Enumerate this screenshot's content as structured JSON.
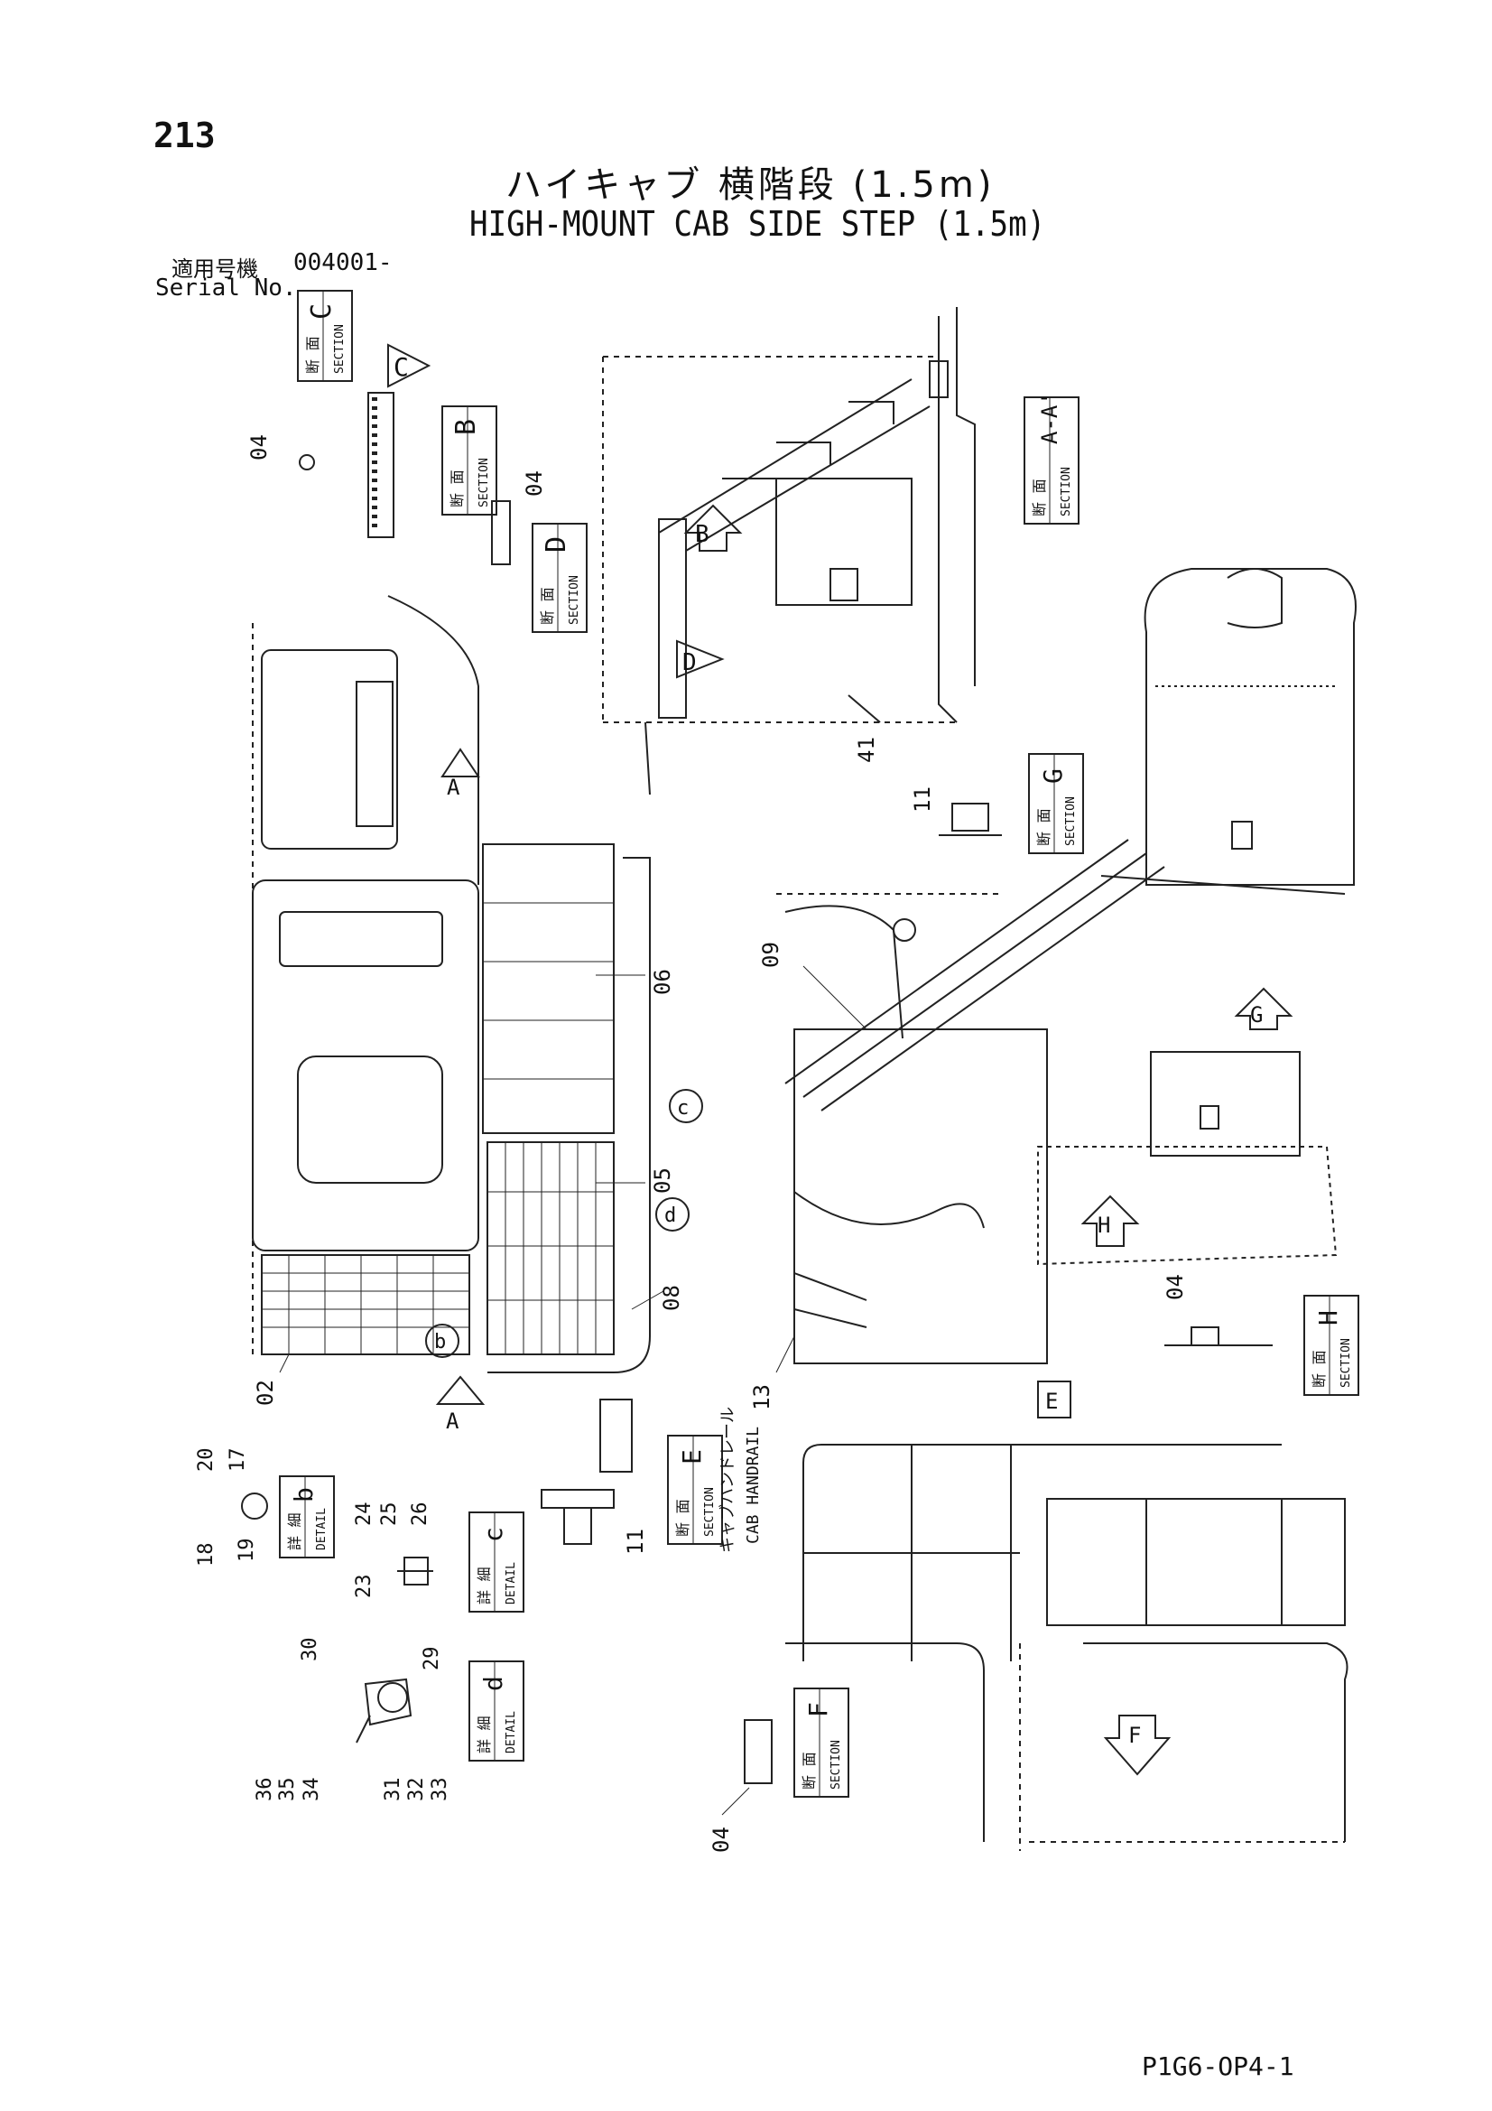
{
  "page_number": "213",
  "title_ja": "ハイキャブ 横階段 (1.5m)",
  "title_en": "HIGH-MOUNT CAB SIDE STEP (1.5m)",
  "serial_ja": "適用号機",
  "serial_no": "004001-",
  "serial_en": "Serial No.",
  "footer_code": "P1G6-OP4-1",
  "label_danmen": "断 面",
  "label_shousai": "詳 細",
  "label_section": "SECTION",
  "label_detail": "DETAIL",
  "cab_handrail_ja": "キャブハンドレール",
  "cab_handrail_en": "CAB HANDRAIL",
  "sections": [
    "C",
    "B",
    "D",
    "A-A'",
    "G",
    "H",
    "E",
    "F"
  ],
  "details": [
    "b",
    "c",
    "d"
  ],
  "view_markers": [
    "C",
    "B",
    "D",
    "A",
    "A",
    "G",
    "H",
    "E",
    "F",
    "b",
    "c",
    "d"
  ],
  "part_numbers": {
    "p04a": "04",
    "p04b": "04",
    "p04c": "04",
    "p04d": "04",
    "p41": "41",
    "p11a": "11",
    "p11b": "11",
    "p06": "06",
    "p05": "05",
    "p08": "08",
    "p02": "02",
    "p09": "09",
    "p13": "13",
    "p20": "20",
    "p17": "17",
    "p18": "18",
    "p19": "19",
    "p24": "24",
    "p25": "25",
    "p26": "26",
    "p23": "23",
    "p30": "30",
    "p29": "29",
    "p36": "36",
    "p35": "35",
    "p34": "34",
    "p31": "31",
    "p32": "32",
    "p33": "33"
  }
}
